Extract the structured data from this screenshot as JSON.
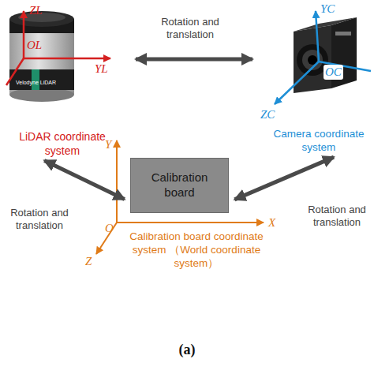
{
  "diagram": {
    "caption": "(a)",
    "nodes": [
      {
        "text": [
          "LiDAR coordinate system"
        ]
      },
      {
        "text": [
          "Camera coordinate system"
        ]
      },
      {
        "text": [
          "Calibration board"
        ]
      }
    ],
    "edges": [
      {
        "from": 0,
        "to": 1,
        "label": "Rotation and translation",
        "arrow": "both"
      },
      {
        "from": 0,
        "to": 2,
        "label": "Rotation and translation",
        "arrow": "both"
      },
      {
        "from": 1,
        "to": 2,
        "label": "Rotation and translation",
        "arrow": "both"
      }
    ],
    "labels": [
      "ZL",
      "OL",
      "YL",
      "Velodyne LiDAR",
      "YC",
      "OC",
      "ZC",
      "Y",
      "O",
      "X",
      "Z",
      "Calibration board coordinate system （World coordinate system）"
    ]
  }
}
